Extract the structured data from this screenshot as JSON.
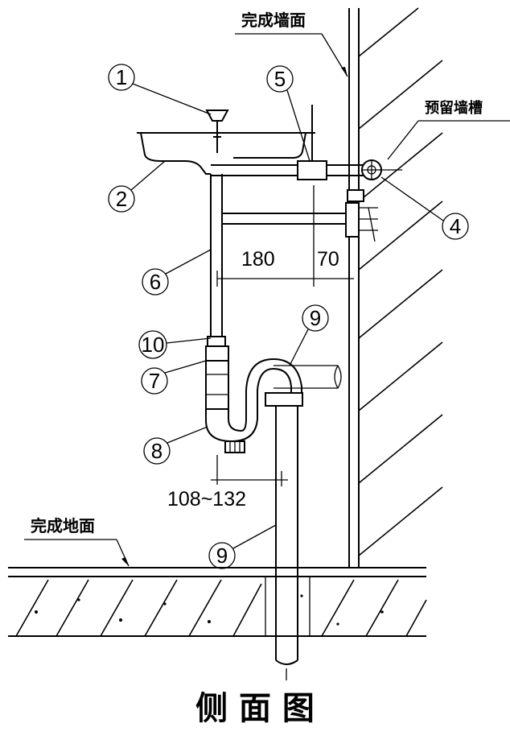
{
  "labels": {
    "finished_wall": "完成墙面",
    "reserved_wall_slot": "预留墙槽",
    "finished_floor": "完成地面",
    "title": "侧 面 图"
  },
  "callouts": {
    "c1": "1",
    "c2": "2",
    "c4": "4",
    "c5": "5",
    "c6": "6",
    "c7": "7",
    "c8": "8",
    "c9a": "9",
    "c9b": "9",
    "c10": "10"
  },
  "dimensions": {
    "d180": "180",
    "d70": "70",
    "d108_132": "108~132"
  }
}
